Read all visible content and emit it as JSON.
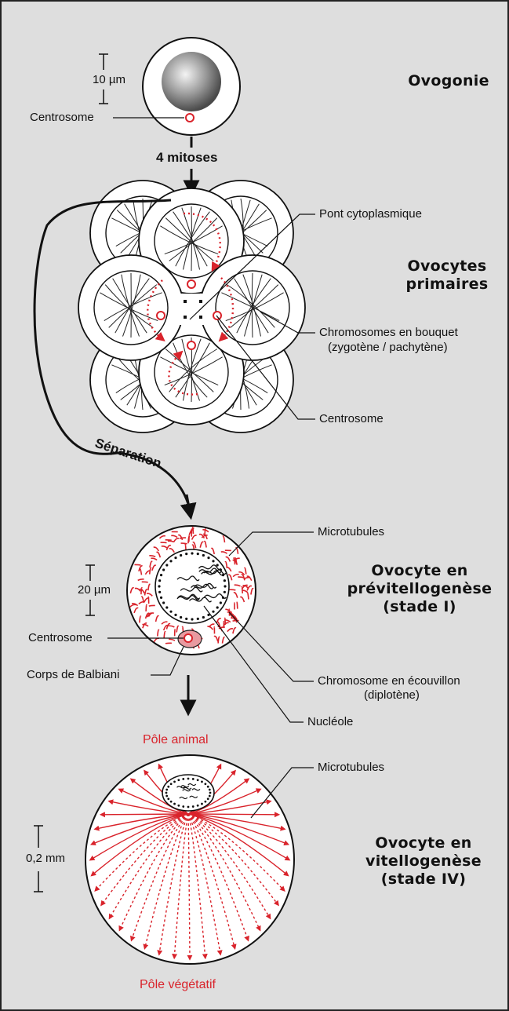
{
  "stages": {
    "ovogonie": "Ovogonie",
    "ovocytes_primaires": [
      "Ovocytes",
      "primaires"
    ],
    "previtellogenese": [
      "Ovocyte en",
      "prévitellogenèse",
      "(stade I)"
    ],
    "vitellogenese": [
      "Ovocyte en",
      "vitellogenèse",
      "(stade IV)"
    ]
  },
  "labels": {
    "scale_10": "10 µm",
    "scale_20": "20 µm",
    "scale_02": "0,2 mm",
    "centrosome_1": "Centrosome",
    "mitoses": "4 mitoses",
    "pont": "Pont cytoplasmique",
    "chromosomes_bouquet": "Chromosomes en bouquet",
    "zygotene": "(zygotène / pachytène)",
    "centrosome_2": "Centrosome",
    "separation": "Séparation",
    "microtubules_1": "Microtubules",
    "centrosome_3": "Centrosome",
    "corps_balbiani": "Corps de Balbiani",
    "chromosome_ecouvillon": "Chromosome en écouvillon",
    "diplotene": "(diplotène)",
    "nucleole": "Nucléole",
    "pole_animal": "Pôle animal",
    "microtubules_2": "Microtubules",
    "pole_vegetatif": "Pôle végétatif"
  },
  "colors": {
    "accent_red": "#d9232b",
    "background": "#dedede",
    "line": "#111111"
  }
}
